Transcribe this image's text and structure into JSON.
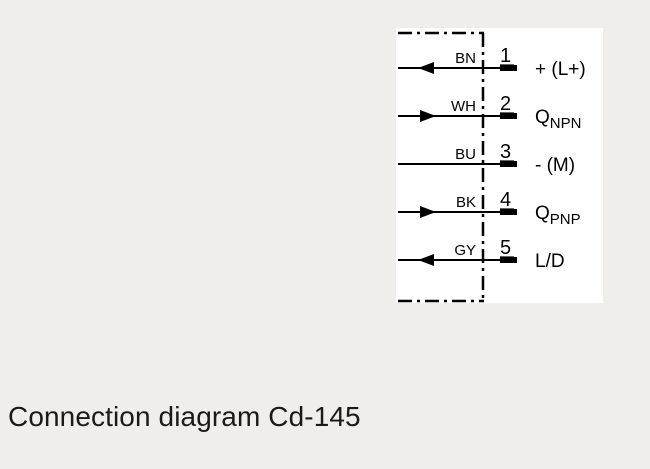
{
  "caption": "Connection diagram Cd-145",
  "colors": {
    "background": "#efeeeb",
    "panel": "#ffffff",
    "ink": "#000000",
    "caption_text": "#1a1a1a"
  },
  "pins": [
    {
      "number": "1",
      "color_code": "BN",
      "signal": "+ (L+)",
      "signal_sub": "",
      "direction": "in"
    },
    {
      "number": "2",
      "color_code": "WH",
      "signal": "Q",
      "signal_sub": "NPN",
      "direction": "out"
    },
    {
      "number": "3",
      "color_code": "BU",
      "signal": "- (M)",
      "signal_sub": "",
      "direction": "none"
    },
    {
      "number": "4",
      "color_code": "BK",
      "signal": "Q",
      "signal_sub": "PNP",
      "direction": "out"
    },
    {
      "number": "5",
      "color_code": "GY",
      "signal": "L/D",
      "signal_sub": "",
      "direction": "in"
    }
  ]
}
